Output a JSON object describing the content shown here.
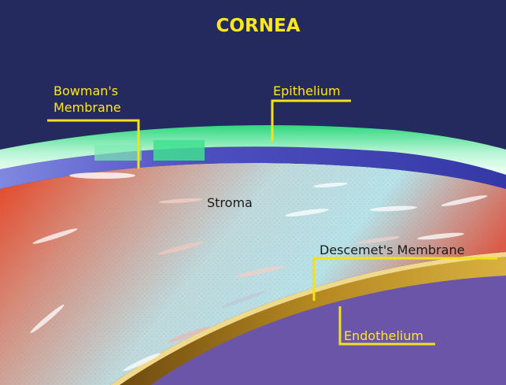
{
  "title": "CORNEA",
  "labels": {
    "bowmans_line1": "Bowman's",
    "bowmans_line2": "Membrane",
    "epithelium": "Epithelium",
    "stroma": "Stroma",
    "descemets": "Descemet's Membrane",
    "endothelium": "Endothelium"
  },
  "colors": {
    "background": "#252a5e",
    "title_label": "#ffe81a",
    "leader_line": "#f2e21a",
    "stroma_text": "#1a1a1a",
    "epithelium": "#33e08a",
    "bowmans": "#5a5cc8",
    "stroma_outer": "#e0442a",
    "stroma_inner": "#b8e4ea",
    "descemets": "#e8c05a",
    "endothelium": "#a07a1a",
    "anterior_chamber": "#6a55a8"
  }
}
